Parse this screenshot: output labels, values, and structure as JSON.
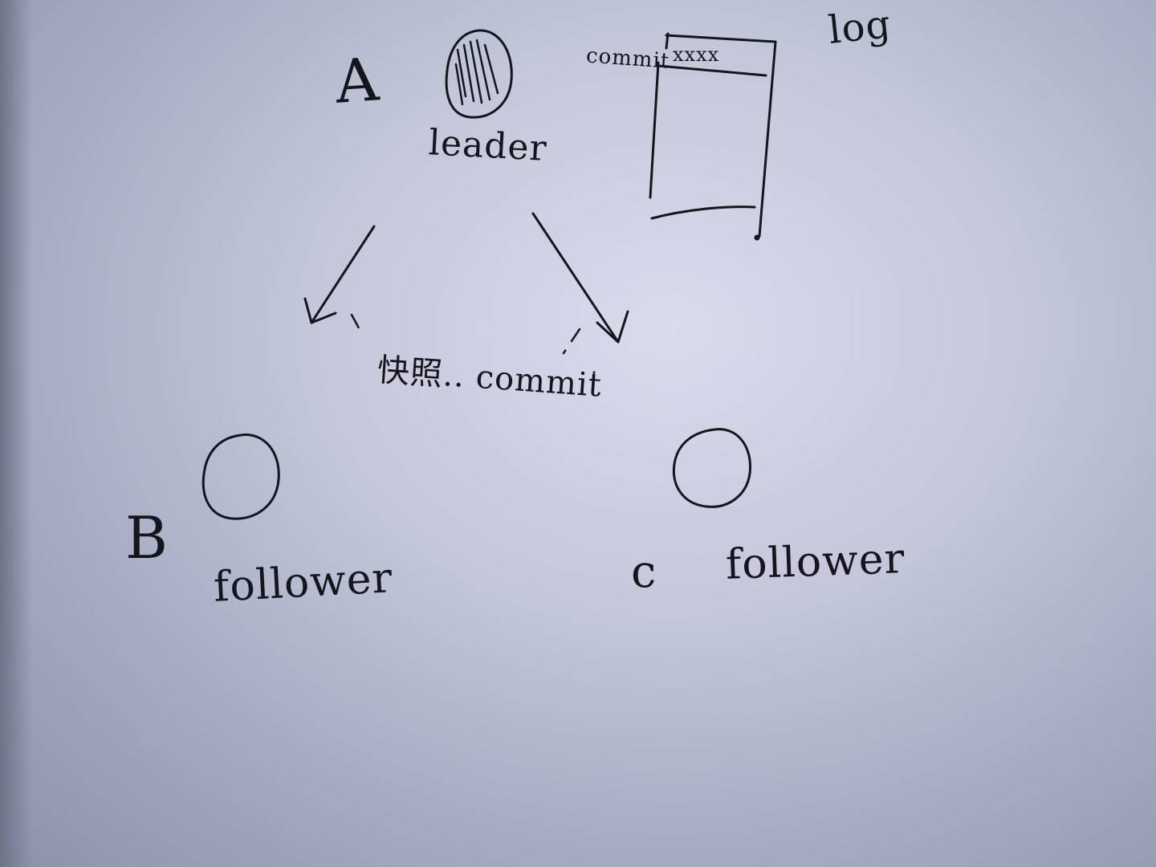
{
  "diagram": {
    "nodes": [
      {
        "id": "A",
        "letter": "A",
        "role": "leader",
        "filled": true
      },
      {
        "id": "B",
        "letter": "B",
        "role": "follower",
        "filled": false
      },
      {
        "id": "C",
        "letter": "c",
        "role": "follower",
        "filled": false
      }
    ],
    "edges": [
      {
        "from": "A",
        "to": "B"
      },
      {
        "from": "A",
        "to": "C"
      }
    ],
    "edge_label": "快照.. commit",
    "log": {
      "title": "log",
      "pointer_label": "commit",
      "first_entry": "xxxx"
    }
  }
}
